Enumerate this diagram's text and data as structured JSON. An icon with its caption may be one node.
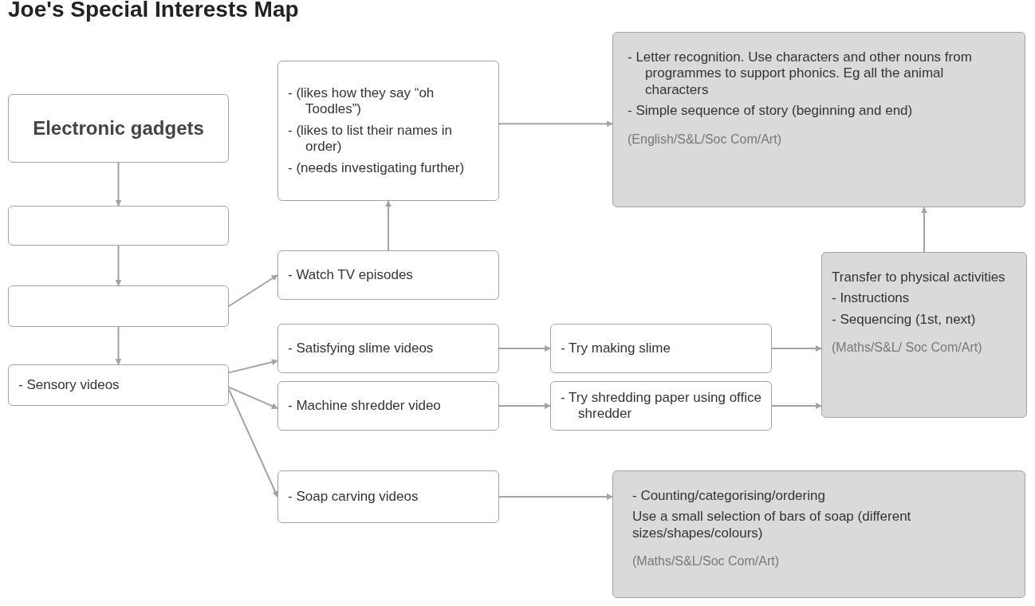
{
  "diagram": {
    "title": "Joe's Special Interests Map",
    "nodes": [
      {
        "text": [
          "Electronic gadgets"
        ]
      },
      {
        "text": [],
        "shape": "box"
      },
      {
        "text": [],
        "shape": "box"
      },
      {
        "text": [
          "- Sensory videos"
        ]
      },
      {
        "text": [
          "- (likes how they say “oh Toodles”)",
          "- (likes to list their names in order)",
          "- (needs investigating further)"
        ]
      },
      {
        "text": [
          "- Watch TV episodes"
        ]
      },
      {
        "text": [
          "- Satisfying slime videos"
        ]
      },
      {
        "text": [
          "- Machine shredder video"
        ]
      },
      {
        "text": [
          "- Soap carving videos"
        ]
      },
      {
        "text": [
          "- Try making slime"
        ]
      },
      {
        "text": [
          "- Try shredding paper using office shredder"
        ]
      },
      {
        "text": [
          "- Letter recognition. Use characters and other nouns from programmes to support phonics. Eg all the animal characters",
          "- Simple sequence of story (beginning and end)",
          "(English/S&L/Soc Com/Art)"
        ]
      },
      {
        "text": [
          "Transfer to physical activities",
          "- Instructions",
          "- Sequencing (1st, next)",
          "(Maths/S&L/ Soc Com/Art)"
        ]
      },
      {
        "text": [
          "- Counting/categorising/ordering",
          "Use a small selection of bars of soap (different sizes/shapes/colours)",
          "(Maths/S&L/Soc Com/Art)"
        ]
      }
    ],
    "edges": [
      {
        "from": 0,
        "to": 1,
        "arrow": "to"
      },
      {
        "from": 1,
        "to": 2,
        "arrow": "to"
      },
      {
        "from": 2,
        "to": 3,
        "arrow": "to"
      },
      {
        "from": 2,
        "to": 5,
        "arrow": "to"
      },
      {
        "from": 3,
        "to": 6,
        "arrow": "to"
      },
      {
        "from": 3,
        "to": 7,
        "arrow": "to"
      },
      {
        "from": 3,
        "to": 8,
        "arrow": "to"
      },
      {
        "from": 5,
        "to": 4,
        "arrow": "to"
      },
      {
        "from": 4,
        "to": 11,
        "arrow": "to"
      },
      {
        "from": 6,
        "to": 9,
        "arrow": "to"
      },
      {
        "from": 7,
        "to": 10,
        "arrow": "to"
      },
      {
        "from": 9,
        "to": 12,
        "arrow": "to"
      },
      {
        "from": 10,
        "to": 12,
        "arrow": "to"
      },
      {
        "from": 12,
        "to": 11,
        "arrow": "to"
      },
      {
        "from": 8,
        "to": 13,
        "arrow": "to"
      }
    ]
  }
}
